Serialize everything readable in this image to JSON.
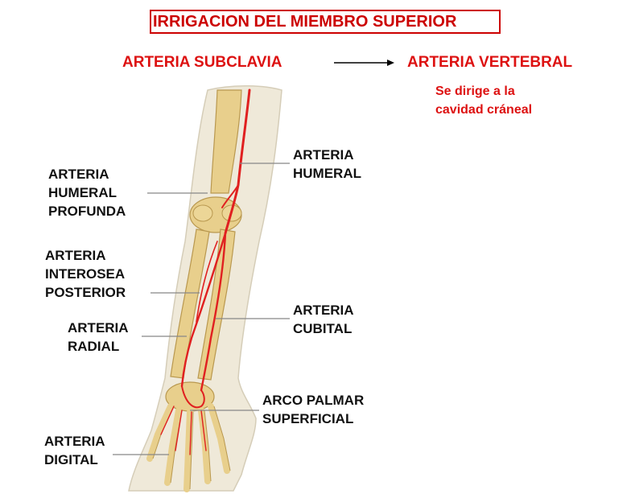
{
  "title": "IRRIGACION DEL MIEMBRO  SUPERIOR",
  "top_row": {
    "left": "ARTERIA SUBCLAVIA",
    "right": "ARTERIA VERTEBRAL",
    "note_line1": "Se dirige a la",
    "note_line2": "cavidad cráneal"
  },
  "labels": {
    "humeral_profunda": [
      "ARTERIA",
      "HUMERAL",
      "PROFUNDA"
    ],
    "humeral": [
      "ARTERIA",
      "HUMERAL"
    ],
    "interosea": [
      "ARTERIA",
      "INTEROSEA",
      "POSTERIOR"
    ],
    "radial": [
      "ARTERIA",
      "RADIAL"
    ],
    "cubital": [
      "ARTERIA",
      "CUBITAL"
    ],
    "arco": [
      "ARCO PALMAR",
      "SUPERFICIAL"
    ],
    "digital": [
      "ARTERIA",
      "DIGITAL"
    ]
  },
  "colors": {
    "accent": "#dd1111",
    "bone": "#e8cf8c",
    "bone_edge": "#b9984f",
    "skin": "#efe9d9",
    "artery": "#e02020"
  }
}
